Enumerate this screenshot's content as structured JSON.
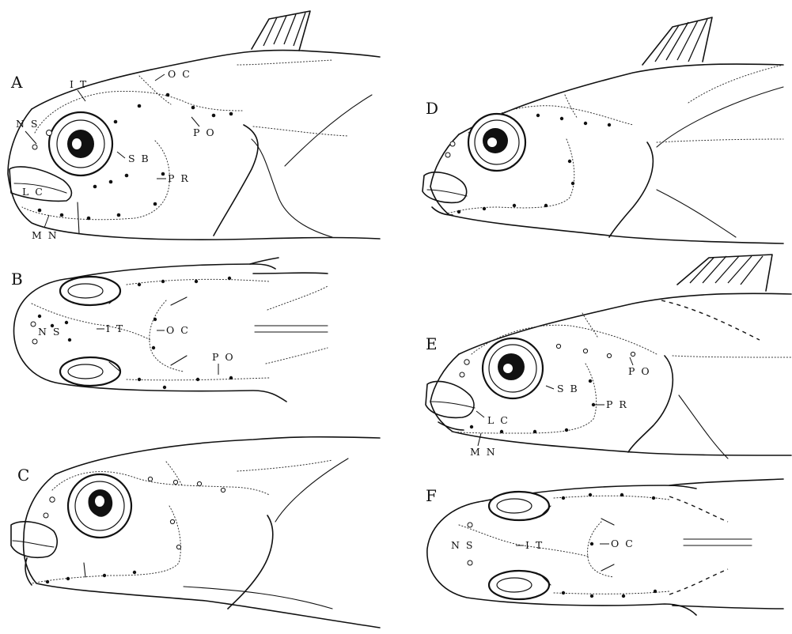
{
  "panels": [
    {
      "letter": "A",
      "labels": [
        "IT",
        "OC",
        "NS",
        "PO",
        "SB",
        "PR",
        "LC",
        "MN"
      ]
    },
    {
      "letter": "B",
      "labels": [
        "NS",
        "IT",
        "OC",
        "PO"
      ]
    },
    {
      "letter": "C",
      "labels": []
    },
    {
      "letter": "D",
      "labels": []
    },
    {
      "letter": "E",
      "labels": [
        "PO",
        "SB",
        "PR",
        "LC",
        "MN"
      ]
    },
    {
      "letter": "F",
      "labels": [
        "NS",
        "IT",
        "OC"
      ]
    }
  ],
  "label_text": {
    "IT": "I T",
    "OC": "O C",
    "NS": "N S",
    "PO": "P O",
    "SB": "S B",
    "PR": "P R",
    "LC": "L C",
    "MN": "M N"
  },
  "colors": {
    "ink": "#111111",
    "paper": "#ffffff"
  }
}
